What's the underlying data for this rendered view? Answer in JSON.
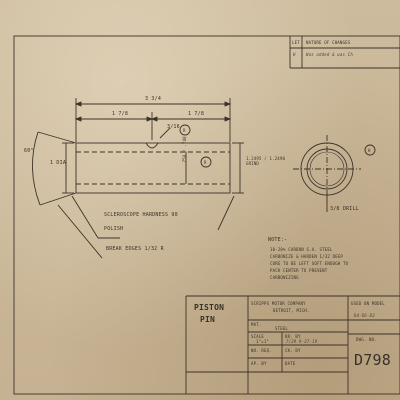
{
  "revision_table": {
    "col_let": "LET",
    "col_nature": "NATURE OF CHANGES",
    "row_let": "H",
    "row_change": "Was added & was Ch"
  },
  "dimensions": {
    "overall_length": "3 3/4",
    "left_length": "1 7/8",
    "right_length": "1 7/8",
    "hole_size": "3/16",
    "circle_r_top": "R",
    "circle_r_mid": "R",
    "circle_h": "H",
    "outer_dia": "1 DIA",
    "bore": ".750 / .748",
    "ground_dia": "1.2495 / 1.2490 GRIND",
    "angle": "60°",
    "drill": "3/8 DRILL"
  },
  "notes_left": {
    "scleroscope": "SCLEROSCOPE HARDNESS 90",
    "polish": "POLISH",
    "break_edges": "BREAK EDGES 1/32 R"
  },
  "notes_right": {
    "title": "NOTE:-",
    "line1": "10-20% CARBON S.A. STEEL",
    "line2": "CARBONIZE & HARDEN 1/32 DEEP",
    "line3": "CORE TO BE LEFT SOFT ENOUGH TO",
    "line4": "PACK CENTER TO PREVENT",
    "line5": "CARBONIZING"
  },
  "title_block": {
    "part_name_1": "PISTON",
    "part_name_2": "PIN",
    "company": "SCRIPPS MOTOR COMPANY",
    "city": "DETROIT, MICH.",
    "used_on_label": "USED ON MODEL",
    "used_on_value": "D4-D6-D2",
    "mat_label": "MAT.",
    "mat_value": "STEEL",
    "scale_label": "SCALE",
    "scale_value": "1\"=1\"",
    "dr_by_label": "DR. BY",
    "dr_by_value": "7/29 9-27-19",
    "no_req_label": "NO. REQ.",
    "ck_by_label": "CK. BY",
    "ap_by_label": "AP. BY",
    "date_label": "DATE",
    "dwg_no_label": "DWG. NO.",
    "dwg_no_value": "D798"
  }
}
